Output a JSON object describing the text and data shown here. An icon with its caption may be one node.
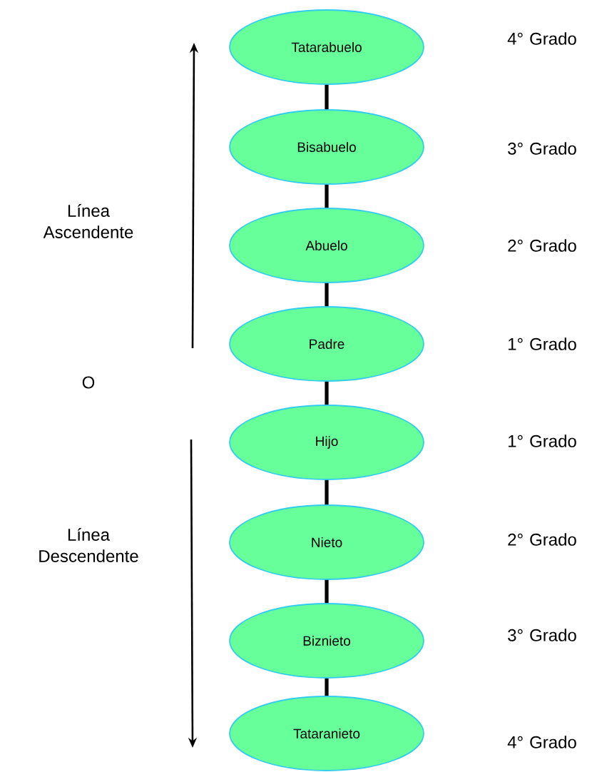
{
  "diagram": {
    "nodes": [
      {
        "text": [
          "Tatarabuelo"
        ]
      },
      {
        "text": [
          "Bisabuelo"
        ]
      },
      {
        "text": [
          "Abuelo"
        ]
      },
      {
        "text": [
          "Padre"
        ]
      },
      {
        "text": [
          "Hijo"
        ]
      },
      {
        "text": [
          "Nieto"
        ]
      },
      {
        "text": [
          "Biznieto"
        ]
      },
      {
        "text": [
          "Tataranieto"
        ]
      }
    ],
    "edges": [
      {
        "from": 0,
        "to": 1,
        "arrow": "none"
      },
      {
        "from": 1,
        "to": 2,
        "arrow": "none"
      },
      {
        "from": 2,
        "to": 3,
        "arrow": "none"
      },
      {
        "from": 3,
        "to": 4,
        "arrow": "none"
      },
      {
        "from": 4,
        "to": 5,
        "arrow": "none"
      },
      {
        "from": 5,
        "to": 6,
        "arrow": "none"
      },
      {
        "from": 6,
        "to": 7,
        "arrow": "none"
      }
    ],
    "labels": [
      "4° Grado",
      "3° Grado",
      "Línea Ascendente",
      "2° Grado",
      "1° Grado",
      "O",
      "1° Grado",
      "2° Grado",
      "Línea Descendente",
      "3° Grado",
      "4° Grado"
    ]
  }
}
